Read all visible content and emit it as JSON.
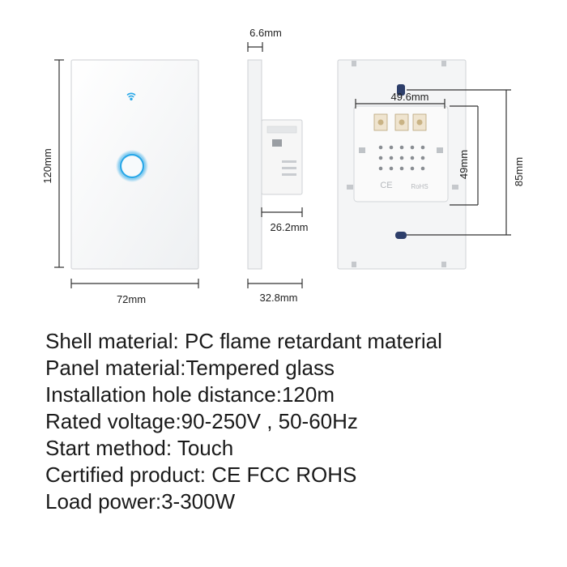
{
  "dimensions": {
    "front_height": "120mm",
    "front_width": "72mm",
    "glass_thickness": "6.6mm",
    "box_depth": "26.2mm",
    "total_depth": "32.8mm",
    "back_hole_width": "49.6mm",
    "back_hole_height": "49mm",
    "back_mount_distance": "85mm"
  },
  "back_marks": {
    "certification_mark": "CE",
    "rohs_mark": "RoHS"
  },
  "specs": [
    "Shell material: PC flame retardant material",
    "Panel material:Tempered glass",
    "Installation hole distance:120m",
    "Rated voltage:90-250V , 50-60Hz",
    "Start method: Touch",
    "Certified product: CE FCC ROHS",
    "Load power:3-300W"
  ],
  "colors": {
    "touch_ring": "#2aa8e8",
    "wifi_icon": "#2aa8e8",
    "line": "#333333"
  }
}
